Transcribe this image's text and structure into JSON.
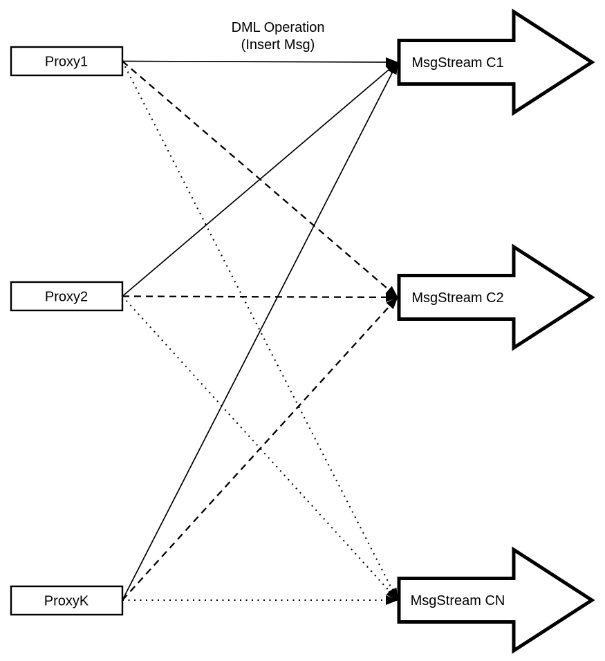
{
  "colors": {
    "stroke": "#000000",
    "fill": "#ffffff"
  },
  "title": {
    "line1": "DML Operation",
    "line2": "(Insert Msg)"
  },
  "proxies": [
    {
      "label": "Proxy1"
    },
    {
      "label": "Proxy2"
    },
    {
      "label": "ProxyK"
    }
  ],
  "streams": [
    {
      "label": "MsgStream C1"
    },
    {
      "label": "MsgStream C2"
    },
    {
      "label": "MsgStream CN"
    }
  ],
  "edges": [
    {
      "name": "proxy1-c1",
      "from": 0,
      "to": 0,
      "style": "solid"
    },
    {
      "name": "proxy2-c1",
      "from": 1,
      "to": 0,
      "style": "solid"
    },
    {
      "name": "proxyk-c1",
      "from": 2,
      "to": 0,
      "style": "solid"
    },
    {
      "name": "proxy1-c2",
      "from": 0,
      "to": 1,
      "style": "dashed"
    },
    {
      "name": "proxy2-c2",
      "from": 1,
      "to": 1,
      "style": "dashed"
    },
    {
      "name": "proxyk-c2",
      "from": 2,
      "to": 1,
      "style": "dashed"
    },
    {
      "name": "proxy1-cn",
      "from": 0,
      "to": 2,
      "style": "dotted"
    },
    {
      "name": "proxy2-cn",
      "from": 1,
      "to": 2,
      "style": "dotted"
    },
    {
      "name": "proxyk-cn",
      "from": 2,
      "to": 2,
      "style": "dotted"
    }
  ]
}
